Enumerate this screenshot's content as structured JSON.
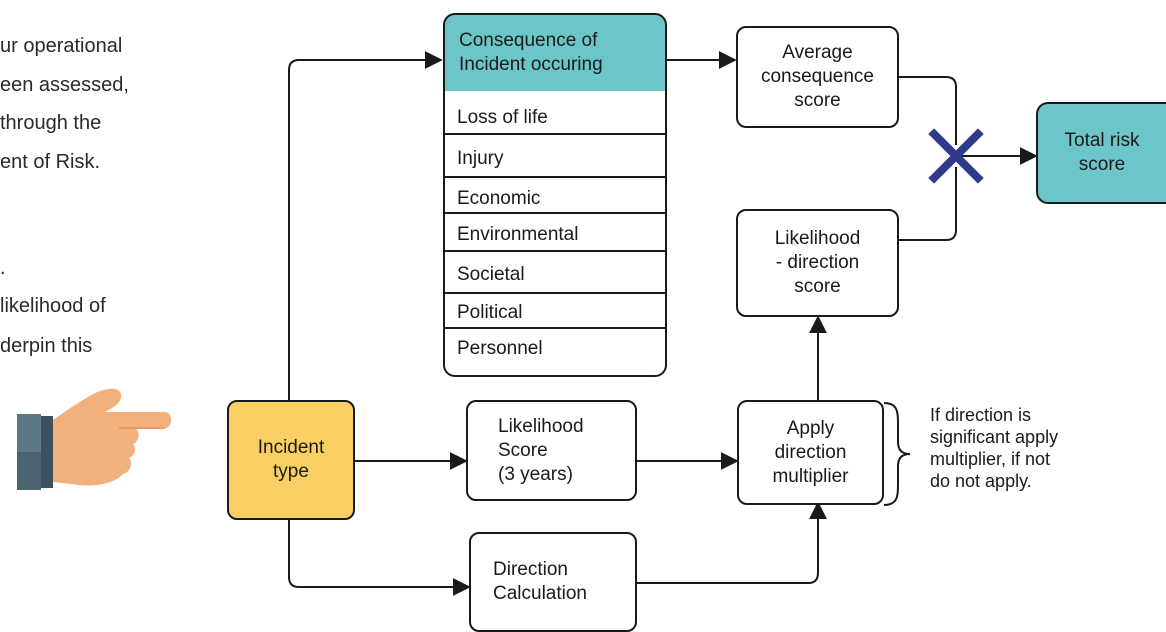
{
  "intro_text": {
    "lines": [
      "ur operational",
      "een assessed,",
      " through the",
      "ent of Risk.",
      ".",
      " likelihood of",
      "derpin this"
    ]
  },
  "diagram": {
    "incident_type": "Incident\ntype",
    "likelihood_score": "Likelihood\nScore\n(3 years)",
    "direction_calculation": "Direction\nCalculation",
    "apply_direction_multiplier": "Apply\ndirection\nmultiplier",
    "likelihood_direction_score": "Likelihood\n- direction\nscore",
    "average_consequence_score": "Average\nconsequence\nscore",
    "total_risk_score": "Total risk\nscore",
    "consequence_header": "Consequence of\nIncident occuring",
    "consequence_items": [
      "Loss of life",
      "Injury",
      "Economic",
      "Environmental",
      "Societal",
      "Political",
      "Personnel"
    ],
    "multiplier_note": "If direction is\nsignificant apply\nmultiplier, if not\ndo not apply.",
    "multiply_symbol": "×",
    "colors": {
      "teal": "#6cc6c9",
      "yellow": "#f8cf62",
      "cross": "#2e3a8c",
      "hand_skin": "#f2b07c",
      "cuff": "#4a6470"
    }
  }
}
